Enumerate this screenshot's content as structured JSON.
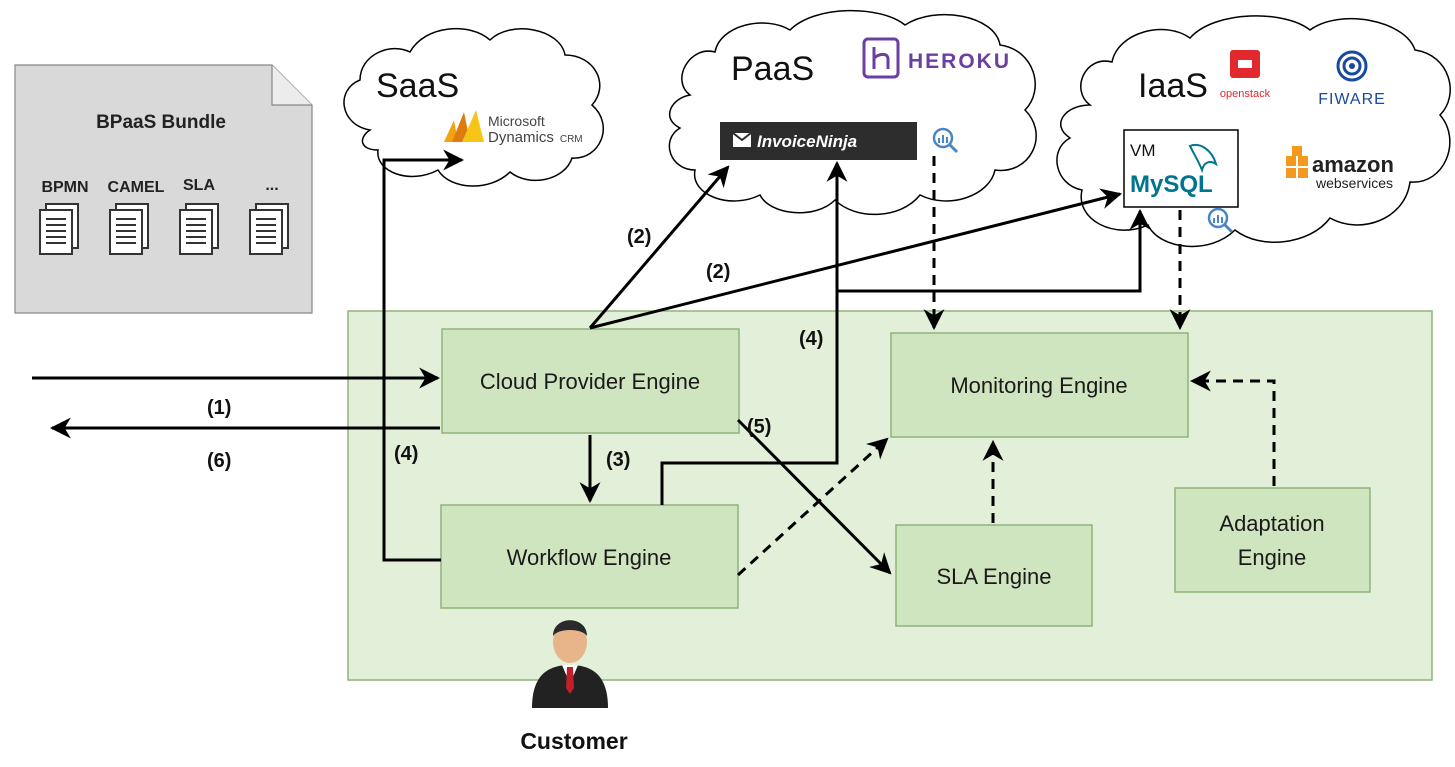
{
  "bundle": {
    "title": "BPaaS Bundle",
    "items": [
      "BPMN",
      "CAMEL",
      "SLA",
      "..."
    ]
  },
  "clouds": {
    "saas": {
      "label": "SaaS",
      "logo_top": "Microsoft",
      "logo_bottom": "Dynamics",
      "logo_suffix": "CRM"
    },
    "paas": {
      "label": "PaaS",
      "heroku": "HEROKU",
      "invoice_ninja": "InvoiceNinja"
    },
    "iaas": {
      "label": "IaaS",
      "openstack": "openstack",
      "fiware": "FIWARE",
      "vm": "VM",
      "mysql": "MySQL",
      "amazon": "amazon",
      "aws_sub": "webservices"
    }
  },
  "engines": {
    "cloud_provider": "Cloud Provider Engine",
    "workflow": "Workflow Engine",
    "monitoring": "Monitoring Engine",
    "sla": "SLA Engine",
    "adaptation_1": "Adaptation",
    "adaptation_2": "Engine"
  },
  "steps": {
    "s1": "(1)",
    "s2a": "(2)",
    "s2b": "(2)",
    "s3": "(3)",
    "s4a": "(4)",
    "s4b": "(4)",
    "s5": "(5)",
    "s6": "(6)"
  },
  "customer": {
    "label": "Customer"
  },
  "colors": {
    "engine_fill": "#cfe5bf",
    "engine_stroke": "#8fb37a",
    "platform_fill": "#e2f0d9",
    "platform_stroke": "#8fb37a",
    "doc_fill": "#d9d9d9",
    "heroku": "#6a3fa0",
    "ninja_bg": "#2d2d2d",
    "openstack": "#e0282d",
    "fiware": "#1a4aa0",
    "amazon": "#f39a1e",
    "mysql": "#00758f"
  }
}
